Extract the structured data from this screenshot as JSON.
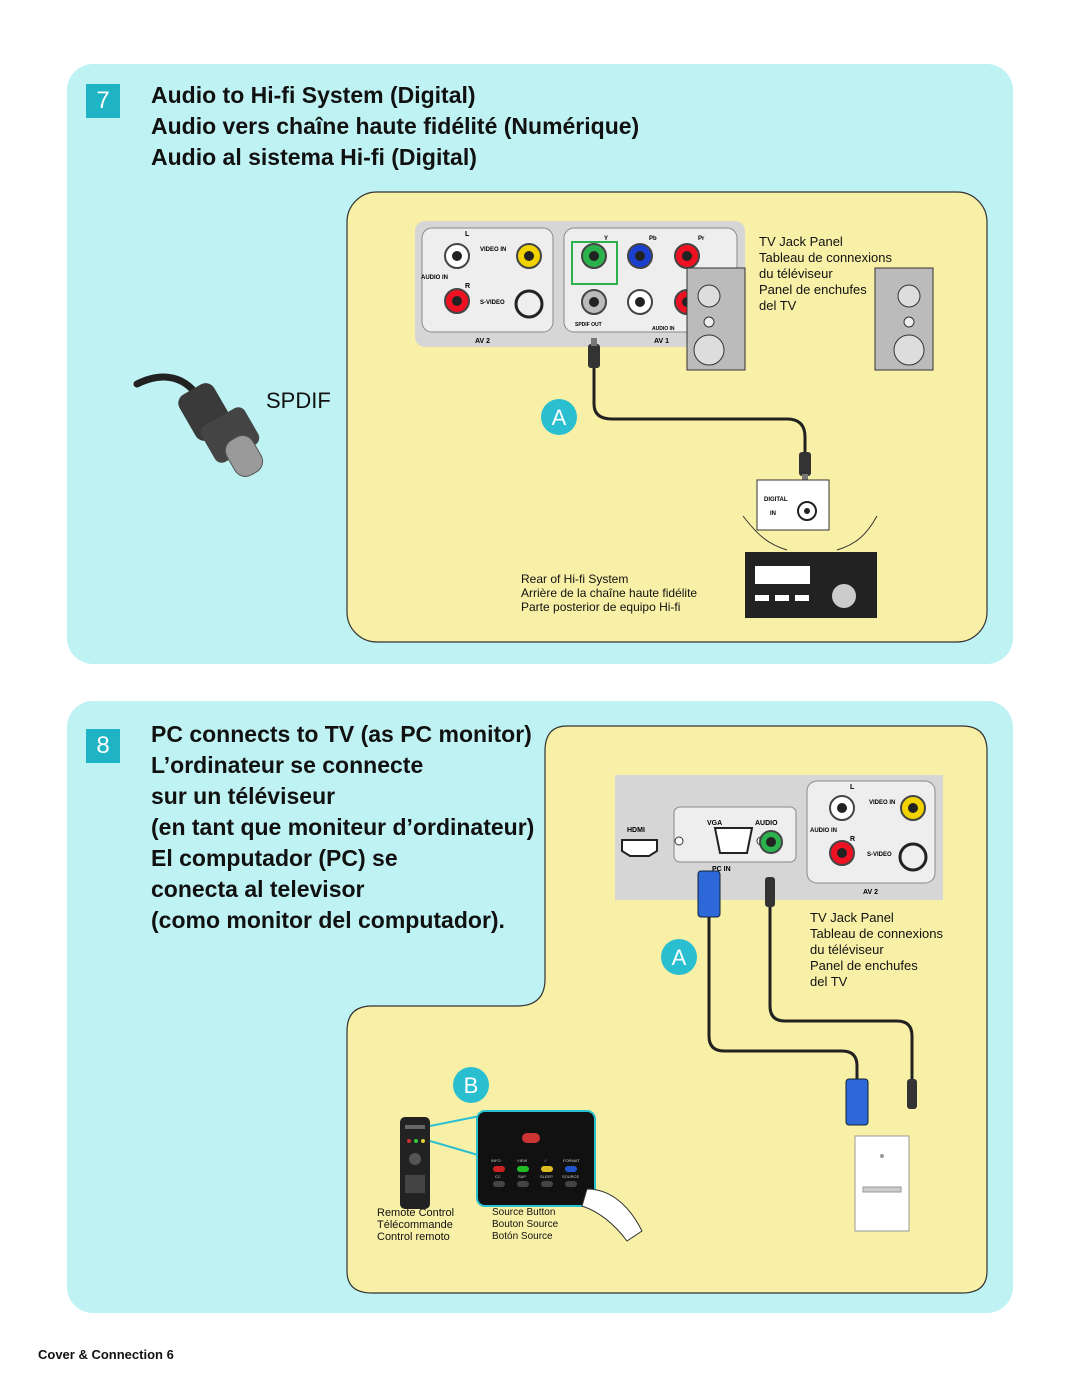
{
  "section7": {
    "step": "7",
    "titles": [
      "Audio to Hi-fi System (Digital)",
      "Audio vers chaîne haute fidélité (Numérique)",
      "Audio al sistema Hi-fi (Digital)"
    ],
    "spdif_label": "SPDIF",
    "connection_letter": "A",
    "jack_panel_lines": [
      "TV Jack Panel",
      "Tableau de connexions",
      "du téléviseur",
      "Panel de enchufes",
      "del TV"
    ],
    "hifi_rear_lines": [
      "Rear of Hi-fi System",
      "Arrière de la chaîne haute fidélite",
      "Parte posterior de equipo Hi-fi"
    ],
    "jack_labels": {
      "l": "L",
      "r": "R",
      "video_in": "VIDEO IN",
      "audio_in": "AUDIO IN",
      "s_video": "S-VIDEO",
      "av2": "AV 2",
      "av1": "AV 1",
      "y": "Y",
      "pb": "Pb",
      "pr": "Pr",
      "spdif_out": "SPDIF OUT",
      "audio_in_bottom": "AUDIO IN"
    },
    "digital_in": [
      "DIGITAL",
      "IN"
    ]
  },
  "section8": {
    "step": "8",
    "titles": [
      "PC connects to TV (as PC monitor)",
      "L’ordinateur se connecte",
      "sur un téléviseur",
      "(en tant que moniteur d’ordinateur)",
      "El computador (PC) se",
      "conecta al televisor",
      "(como monitor del computador)."
    ],
    "connection_letter_a": "A",
    "connection_letter_b": "B",
    "jack_panel_lines": [
      "TV Jack Panel",
      "Tableau de connexions",
      "du téléviseur",
      "Panel de enchufes",
      "del TV"
    ],
    "remote_lines": [
      "Remote Control",
      "Télécommande",
      "Control remoto"
    ],
    "source_lines": [
      "Source Button",
      "Bouton Source",
      "Botón Source"
    ],
    "jack_labels": {
      "hdmi": "HDMI",
      "vga": "VGA",
      "audio": "AUDIO",
      "pc_in": "PC IN",
      "l": "L",
      "r": "R",
      "video_in": "VIDEO IN",
      "audio_in": "AUDIO IN",
      "s_video": "S-VIDEO",
      "av2": "AV 2"
    },
    "remote_buttons": [
      "INFO",
      "VIEW",
      "✓",
      "FORMAT",
      "CC",
      "SAP",
      "SLEEP",
      "SOURCE"
    ]
  },
  "footer": "Cover & Connection 6",
  "colors": {
    "panel_bg": "#bff3f3",
    "diagram_bg": "#f9f0a8",
    "step_badge": "#1fb3c6",
    "letter_badge": "#29bfd0",
    "jack_panel": "#d6d6d6"
  }
}
